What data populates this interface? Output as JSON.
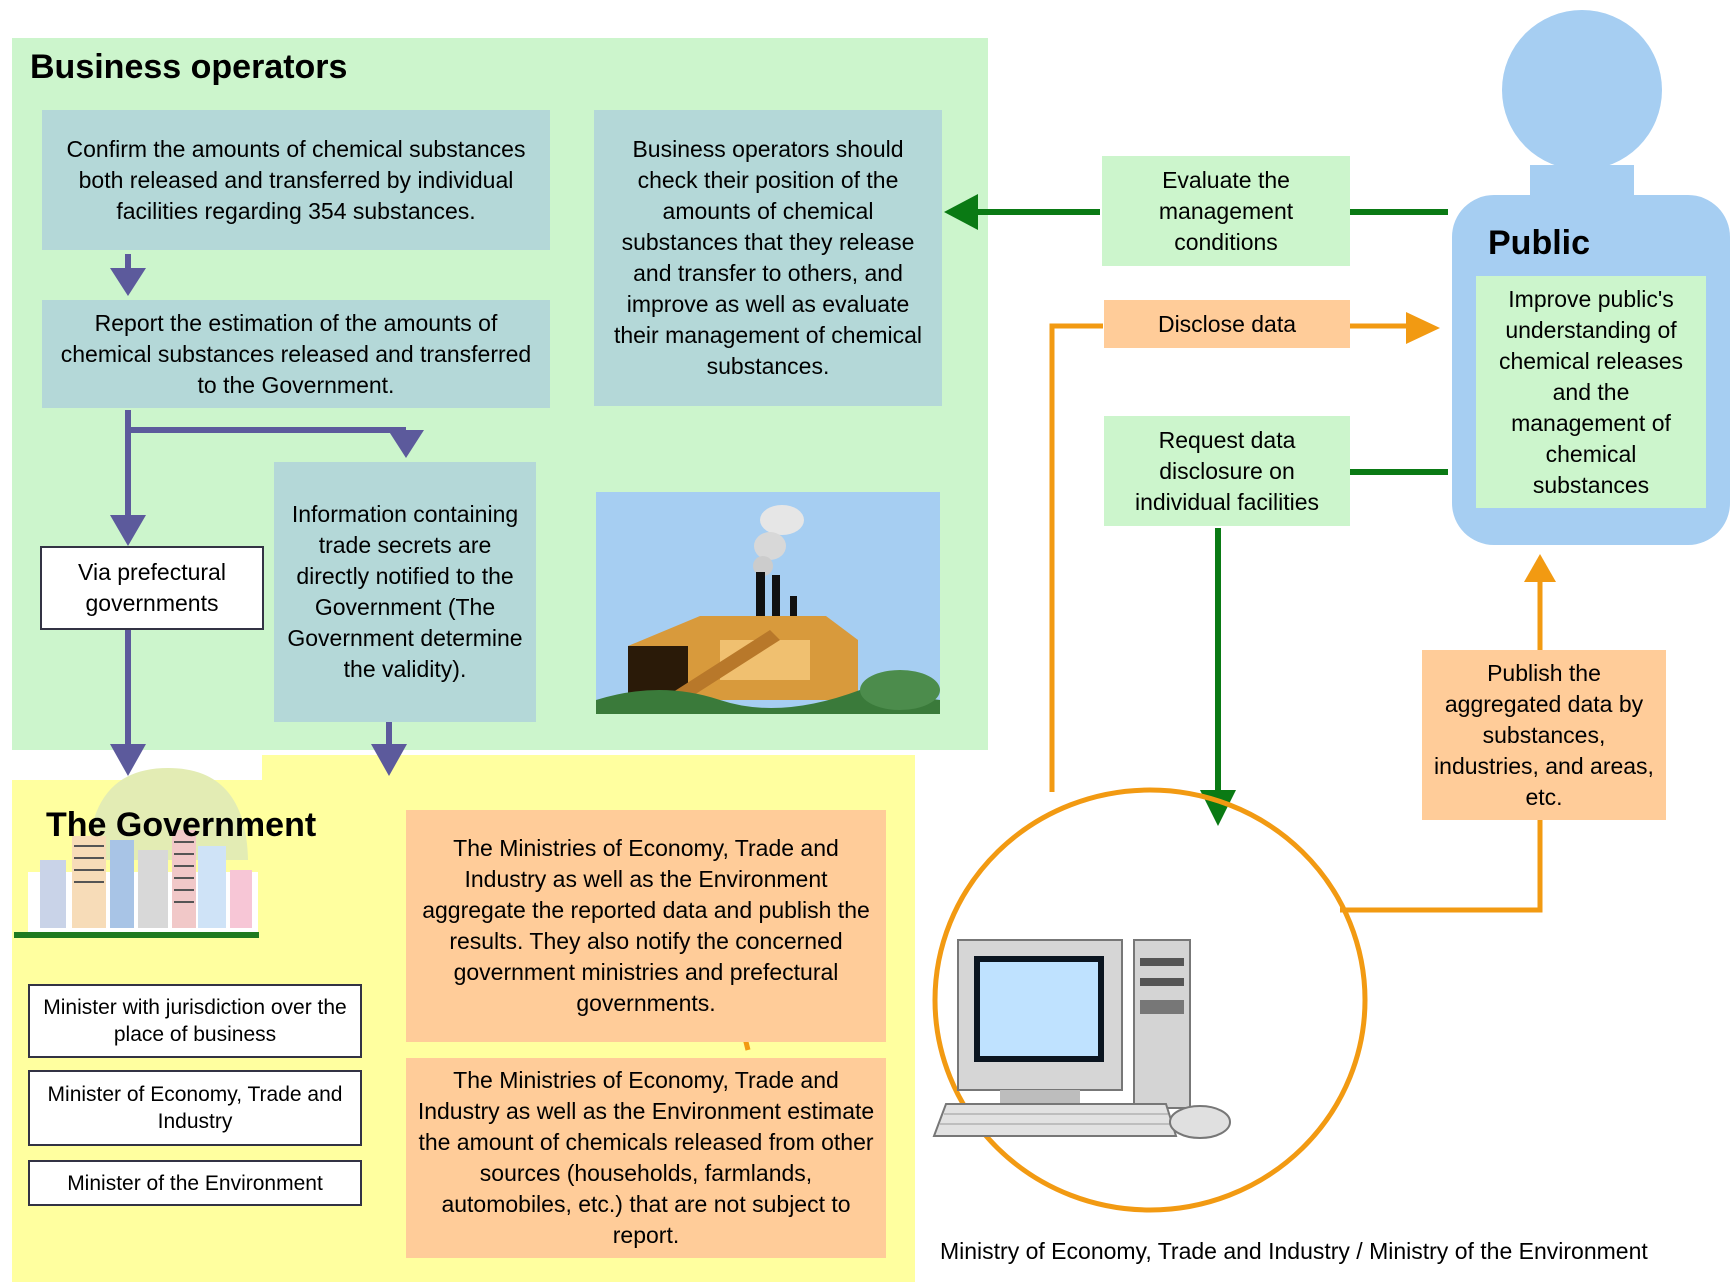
{
  "business": {
    "heading": "Business operators",
    "confirm": "Confirm the amounts of chemical substances both released and transferred by individual facilities regarding 354 substances.",
    "report": "Report the estimation of the amounts of chemical substances released and transferred to the Government.",
    "check": "Business operators should check their position of the amounts of chemical substances that they release and transfer to others, and improve as well as evaluate their management of chemical substances.",
    "via": "Via prefectural governments",
    "trade_secrets": "Information containing trade secrets are directly notified to the Government (The Government determine the validity)."
  },
  "government": {
    "heading": "The Government",
    "ministers": [
      "Minister with jurisdiction over the place of business",
      "Minister of Economy, Trade and Industry",
      "Minister of the Environment"
    ],
    "aggregate": "The Ministries of Economy, Trade and Industry as well as the Environment aggregate the reported data and publish the results. They also notify the concerned government ministries and prefectural governments.",
    "estimate": "The Ministries of Economy, Trade and Industry as well as the Environment estimate the amount of chemicals released from other sources (households, farmlands, automobiles, etc.) that are not subject to report."
  },
  "flows": {
    "evaluate": "Evaluate the management conditions",
    "disclose": "Disclose data",
    "request": "Request data disclosure on individual facilities",
    "publish": "Publish the aggregated data by substances, industries, and areas, etc."
  },
  "public": {
    "heading": "Public",
    "text": "Improve public's understanding of chemical releases and the management of chemical substances"
  },
  "caption": "Ministry of Economy, Trade and Industry / Ministry of the Environment",
  "colors": {
    "business_bg": "#ccf5cc",
    "gov_bg": "#ffff9f",
    "box_blue": "#b4d8d8",
    "box_orange": "#ffcc99",
    "arrow_purple": "#5c5a9c",
    "arrow_green": "#0a7a14",
    "arrow_orange": "#f29a12",
    "public_blue": "#a6cef2"
  }
}
